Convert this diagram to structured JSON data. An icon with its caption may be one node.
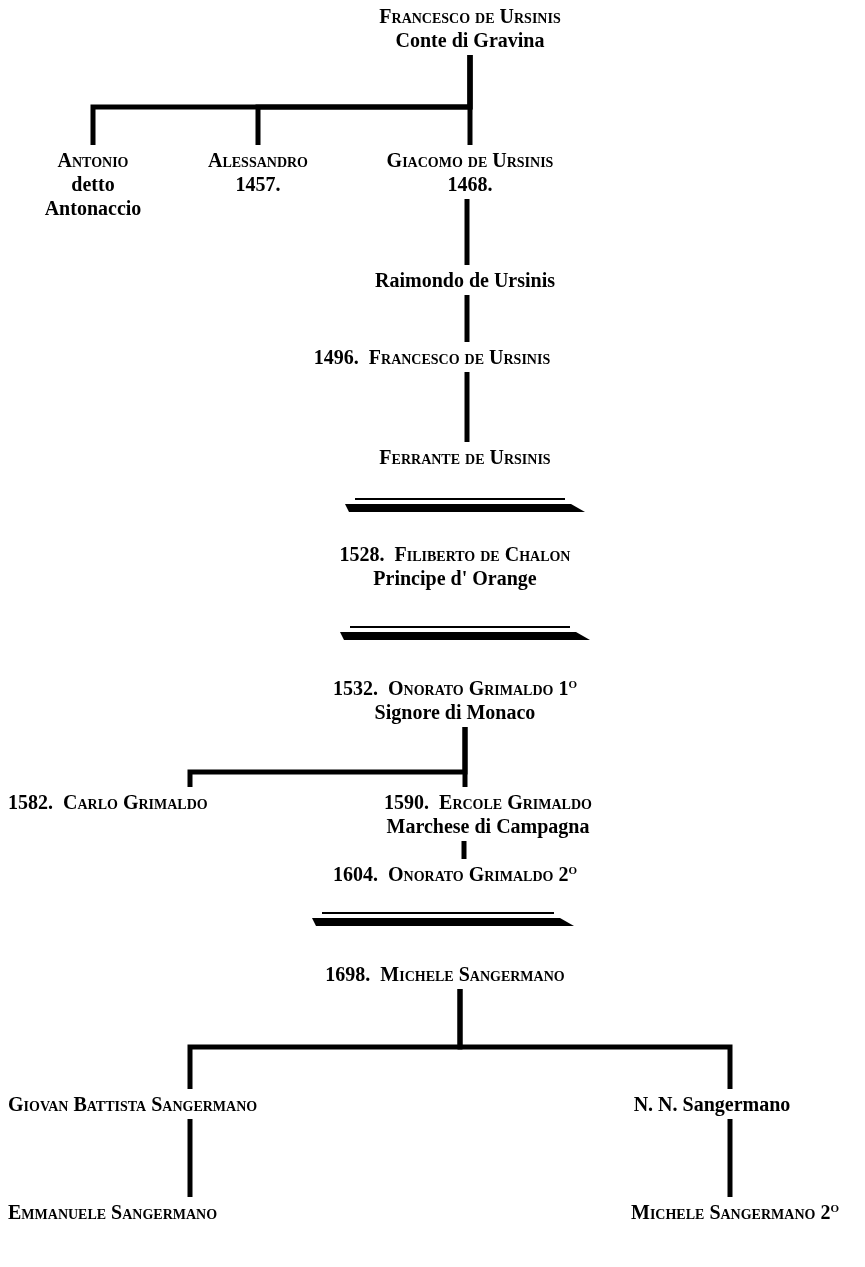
{
  "diagram": {
    "nodes": [
      {
        "text": [
          "Francesco de Ursinis",
          "Conte di Gravina"
        ]
      },
      {
        "text": [
          "Antonio",
          "detto Antonaccio"
        ]
      },
      {
        "text": [
          "Alessandro",
          "1457."
        ]
      },
      {
        "text": [
          "Giacomo de Ursinis",
          "1468."
        ]
      },
      {
        "text": [
          "Raimondo de Ursinis"
        ]
      },
      {
        "text": [
          "1496.",
          "Francesco de Ursinis"
        ]
      },
      {
        "text": [
          "Ferrante de Ursinis"
        ]
      },
      {
        "text": [
          "1528.",
          "Filiberto de Chalon",
          "Principe d' Orange"
        ]
      },
      {
        "text": [
          "1532.",
          "Onorato Grimaldo 1$^{o}$",
          "Signore di Monaco"
        ]
      },
      {
        "text": [
          "1582.",
          "Carlo Grimaldo"
        ]
      },
      {
        "text": [
          "1590.",
          "Ercole Grimaldo",
          "Marchese di Campagna"
        ]
      },
      {
        "text": [
          "1604.",
          "Onorato Grimaldo 2$^{o}$"
        ]
      },
      {
        "text": [
          "1698.",
          "Michele Sangermano"
        ]
      },
      {
        "text": [
          "Giovan Battista Sangermano"
        ]
      },
      {
        "text": [
          "N. N. Sangermano"
        ]
      },
      {
        "text": [
          "Emmanuele Sangermano"
        ]
      },
      {
        "text": [
          "Michele Sangermano 2$^{o}$"
        ]
      }
    ],
    "edges": [
      {
        "from": 0,
        "to": 1,
        "arrow": "none"
      },
      {
        "from": 0,
        "to": 2,
        "arrow": "none"
      },
      {
        "from": 0,
        "to": 3,
        "arrow": "none"
      },
      {
        "from": 3,
        "to": 4,
        "arrow": "none"
      },
      {
        "from": 4,
        "to": 5,
        "arrow": "none"
      },
      {
        "from": 5,
        "to": 6,
        "arrow": "none"
      },
      {
        "from": 8,
        "to": 9,
        "arrow": "none"
      },
      {
        "from": 8,
        "to": 10,
        "arrow": "none"
      },
      {
        "from": 10,
        "to": 11,
        "arrow": "none"
      },
      {
        "from": 12,
        "to": 13,
        "arrow": "none"
      },
      {
        "from": 12,
        "to": 14,
        "arrow": "none"
      },
      {
        "from": 13,
        "to": 15,
        "arrow": "none"
      },
      {
        "from": 14,
        "to": 16,
        "arrow": "none"
      }
    ]
  }
}
